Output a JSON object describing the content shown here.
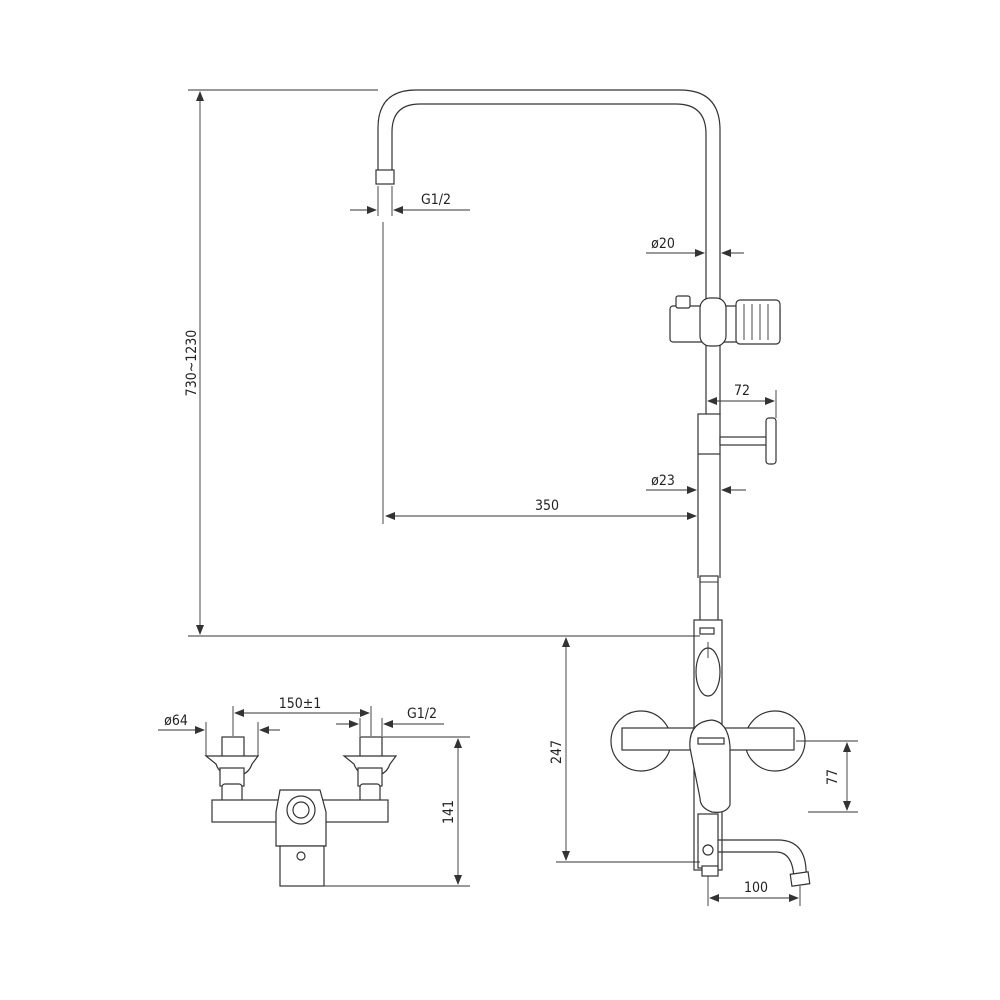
{
  "dimensions": {
    "height_range": "730~1230",
    "outlet_thread_top": "G1/2",
    "pipe_diameter_upper": "ø20",
    "holder_offset": "72",
    "pipe_diameter_lower": "ø23",
    "arm_reach": "350",
    "mixer_height": "247",
    "valve_offset": "77",
    "spout_length": "100",
    "flange_diameter": "ø64",
    "inlet_spacing": "150±1",
    "inlet_thread": "G1/2",
    "body_height": "141"
  }
}
